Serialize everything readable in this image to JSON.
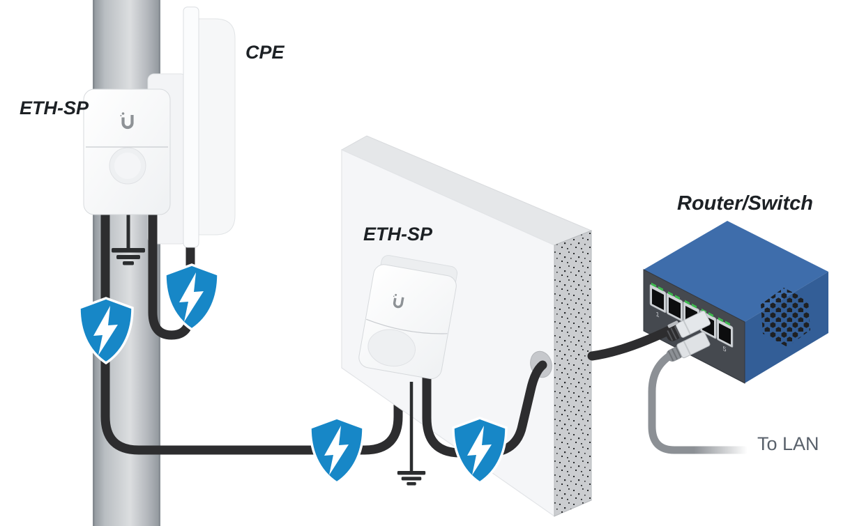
{
  "diagram": {
    "labels": {
      "eth_sp_pole": "ETH-SP",
      "cpe": "CPE",
      "eth_sp_wall": "ETH-SP",
      "router_switch": "Router/Switch",
      "to_lan": "To LAN"
    },
    "router": {
      "visible_port_labels": [
        "1",
        "5"
      ]
    },
    "icons": {
      "surge_shield_count": "4",
      "ground_symbol_count": "2",
      "ubiquiti_logo_count": "2"
    },
    "colors": {
      "shield_blue": "#1787c7",
      "bolt_white": "#ffffff",
      "cable_black": "#2d2d2f",
      "cable_gray": "#8c9095",
      "router_top_blue": "#3e6dab",
      "router_side_blue": "#335e97",
      "router_front_gray": "#45494f",
      "led_green": "#3dba4e",
      "wall_face": "#f5f6f8",
      "wall_edge_concrete": "#cbcdd0",
      "label_dark": "#1d2125",
      "label_gray": "#59616b"
    }
  }
}
